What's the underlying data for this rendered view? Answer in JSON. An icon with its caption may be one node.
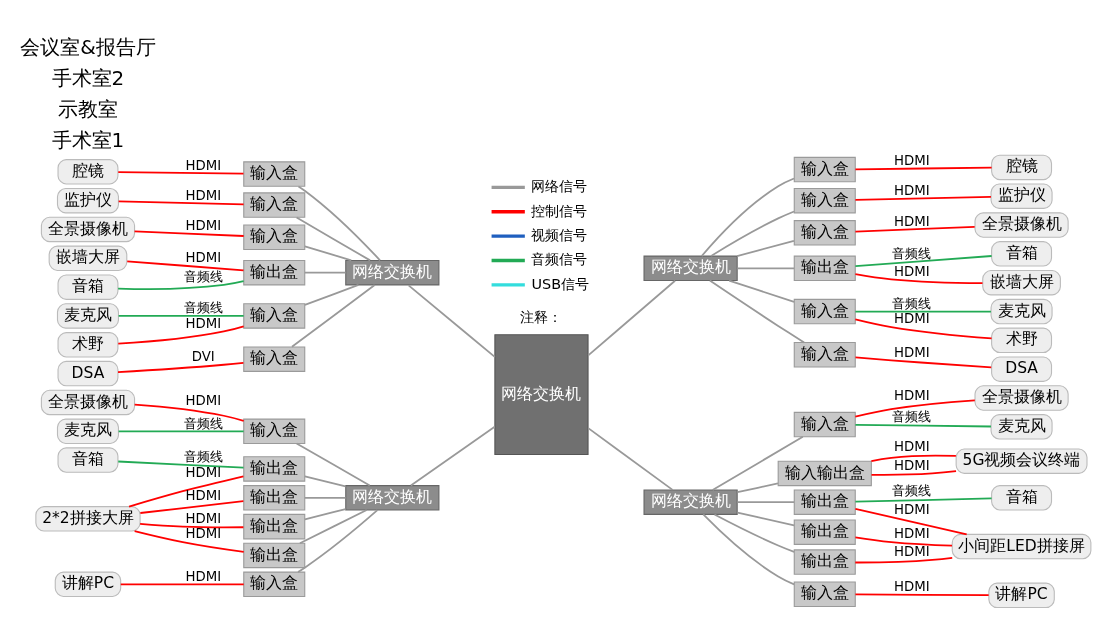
{
  "diagram": {
    "nodes": [
      {
        "text": [
          "腔镜"
        ]
      },
      {
        "text": [
          "监护仪"
        ]
      },
      {
        "text": [
          "全景摄像机"
        ]
      },
      {
        "text": [
          "嵌墙大屏"
        ]
      },
      {
        "text": [
          "音箱"
        ]
      },
      {
        "text": [
          "麦克风"
        ]
      },
      {
        "text": [
          "术野"
        ]
      },
      {
        "text": [
          "DSA"
        ]
      },
      {
        "text": [
          "输入盒"
        ]
      },
      {
        "text": [
          "输入盒"
        ]
      },
      {
        "text": [
          "输入盒"
        ]
      },
      {
        "text": [
          "输出盒"
        ]
      },
      {
        "text": [
          "输入盒"
        ]
      },
      {
        "text": [
          "输入盒"
        ]
      },
      {
        "text": [
          "网络交换机"
        ]
      },
      {
        "text": [
          "全景摄像机"
        ]
      },
      {
        "text": [
          "麦克风"
        ]
      },
      {
        "text": [
          "音箱"
        ]
      },
      {
        "text": [
          "2*2拼接大屏"
        ]
      },
      {
        "text": [
          "讲解PC"
        ]
      },
      {
        "text": [
          "输入盒"
        ]
      },
      {
        "text": [
          "输出盒"
        ]
      },
      {
        "text": [
          "输出盒"
        ]
      },
      {
        "text": [
          "输出盒"
        ]
      },
      {
        "text": [
          "输出盒"
        ]
      },
      {
        "text": [
          "输入盒"
        ]
      },
      {
        "text": [
          "网络交换机"
        ]
      },
      {
        "text": [
          "网络交换机"
        ]
      },
      {
        "text": [
          "网络交换机"
        ]
      },
      {
        "text": [
          "输入盒"
        ]
      },
      {
        "text": [
          "输入盒"
        ]
      },
      {
        "text": [
          "输入盒"
        ]
      },
      {
        "text": [
          "输出盒"
        ]
      },
      {
        "text": [
          "输入盒"
        ]
      },
      {
        "text": [
          "输入盒"
        ]
      },
      {
        "text": [
          "腔镜"
        ]
      },
      {
        "text": [
          "监护仪"
        ]
      },
      {
        "text": [
          "全景摄像机"
        ]
      },
      {
        "text": [
          "音箱"
        ]
      },
      {
        "text": [
          "麦克风"
        ]
      },
      {
        "text": [
          "术野"
        ]
      },
      {
        "text": [
          "DSA"
        ]
      },
      {
        "text": [
          "嵌墙大屏"
        ]
      },
      {
        "text": [
          "网络交换机"
        ]
      },
      {
        "text": [
          "输入盒"
        ]
      },
      {
        "text": [
          "输入输出盒"
        ]
      },
      {
        "text": [
          "输出盒"
        ]
      },
      {
        "text": [
          "输出盒"
        ]
      },
      {
        "text": [
          "输出盒"
        ]
      },
      {
        "text": [
          "输入盒"
        ]
      },
      {
        "text": [
          "全景摄像机"
        ]
      },
      {
        "text": [
          "麦克风"
        ]
      },
      {
        "text": [
          "5G视频会议终端"
        ]
      },
      {
        "text": [
          "音箱"
        ]
      },
      {
        "text": [
          "小间距LED拼接屏"
        ]
      },
      {
        "text": [
          "讲解PC"
        ]
      }
    ],
    "edges": [
      {
        "from": 0,
        "to": 8,
        "arrow": "none",
        "label": "HDMI",
        "color": "#ff0000"
      },
      {
        "from": 1,
        "to": 9,
        "arrow": "none",
        "label": "HDMI",
        "color": "#ff0000"
      },
      {
        "from": 2,
        "to": 10,
        "arrow": "none",
        "label": "HDMI",
        "color": "#ff0000"
      },
      {
        "from": 3,
        "to": 11,
        "arrow": "none",
        "label": "HDMI",
        "color": "#ff0000"
      },
      {
        "from": 4,
        "to": 11,
        "arrow": "none",
        "label": "音频线",
        "color": "#22aa55"
      },
      {
        "from": 5,
        "to": 12,
        "arrow": "none",
        "label": "音频线",
        "color": "#22aa55"
      },
      {
        "from": 6,
        "to": 12,
        "arrow": "none",
        "label": "HDMI",
        "color": "#ff0000"
      },
      {
        "from": 7,
        "to": 13,
        "arrow": "none",
        "label": "DVI",
        "color": "#ff0000"
      },
      {
        "from": 8,
        "to": 14,
        "arrow": "none"
      },
      {
        "from": 9,
        "to": 14,
        "arrow": "none"
      },
      {
        "from": 10,
        "to": 14,
        "arrow": "none"
      },
      {
        "from": 11,
        "to": 14,
        "arrow": "none"
      },
      {
        "from": 12,
        "to": 14,
        "arrow": "none"
      },
      {
        "from": 13,
        "to": 14,
        "arrow": "none"
      },
      {
        "from": 15,
        "to": 20,
        "arrow": "none",
        "label": "HDMI",
        "color": "#ff0000"
      },
      {
        "from": 16,
        "to": 20,
        "arrow": "none",
        "label": "音频线",
        "color": "#22aa55"
      },
      {
        "from": 17,
        "to": 21,
        "arrow": "none",
        "label": "音频线",
        "color": "#22aa55"
      },
      {
        "from": 18,
        "to": 21,
        "arrow": "none",
        "label": "HDMI",
        "color": "#ff0000"
      },
      {
        "from": 18,
        "to": 22,
        "arrow": "none",
        "label": "HDMI",
        "color": "#ff0000"
      },
      {
        "from": 18,
        "to": 23,
        "arrow": "none",
        "label": "HDMI",
        "color": "#ff0000"
      },
      {
        "from": 18,
        "to": 24,
        "arrow": "none",
        "label": "HDMI",
        "color": "#ff0000"
      },
      {
        "from": 19,
        "to": 25,
        "arrow": "none",
        "label": "HDMI",
        "color": "#ff0000"
      },
      {
        "from": 20,
        "to": 26,
        "arrow": "none"
      },
      {
        "from": 21,
        "to": 26,
        "arrow": "none"
      },
      {
        "from": 22,
        "to": 26,
        "arrow": "none"
      },
      {
        "from": 23,
        "to": 26,
        "arrow": "none"
      },
      {
        "from": 24,
        "to": 26,
        "arrow": "none"
      },
      {
        "from": 25,
        "to": 26,
        "arrow": "none"
      },
      {
        "from": 14,
        "to": 27,
        "arrow": "none"
      },
      {
        "from": 26,
        "to": 27,
        "arrow": "none"
      },
      {
        "from": 27,
        "to": 28,
        "arrow": "none"
      },
      {
        "from": 27,
        "to": 43,
        "arrow": "none"
      },
      {
        "from": 28,
        "to": 29,
        "arrow": "none"
      },
      {
        "from": 28,
        "to": 30,
        "arrow": "none"
      },
      {
        "from": 28,
        "to": 31,
        "arrow": "none"
      },
      {
        "from": 28,
        "to": 32,
        "arrow": "none"
      },
      {
        "from": 28,
        "to": 33,
        "arrow": "none"
      },
      {
        "from": 28,
        "to": 34,
        "arrow": "none"
      },
      {
        "from": 29,
        "to": 35,
        "arrow": "none",
        "label": "HDMI",
        "color": "#ff0000"
      },
      {
        "from": 30,
        "to": 36,
        "arrow": "none",
        "label": "HDMI",
        "color": "#ff0000"
      },
      {
        "from": 31,
        "to": 37,
        "arrow": "none",
        "label": "HDMI",
        "color": "#ff0000"
      },
      {
        "from": 32,
        "to": 38,
        "arrow": "none",
        "label": "音频线",
        "color": "#22aa55"
      },
      {
        "from": 32,
        "to": 42,
        "arrow": "none",
        "label": "HDMI",
        "color": "#ff0000"
      },
      {
        "from": 33,
        "to": 39,
        "arrow": "none",
        "label": "音频线",
        "color": "#22aa55"
      },
      {
        "from": 33,
        "to": 40,
        "arrow": "none",
        "label": "HDMI",
        "color": "#ff0000"
      },
      {
        "from": 34,
        "to": 41,
        "arrow": "none",
        "label": "HDMI",
        "color": "#ff0000"
      },
      {
        "from": 43,
        "to": 44,
        "arrow": "none"
      },
      {
        "from": 43,
        "to": 45,
        "arrow": "none"
      },
      {
        "from": 43,
        "to": 46,
        "arrow": "none"
      },
      {
        "from": 43,
        "to": 47,
        "arrow": "none"
      },
      {
        "from": 43,
        "to": 48,
        "arrow": "none"
      },
      {
        "from": 43,
        "to": 49,
        "arrow": "none"
      },
      {
        "from": 44,
        "to": 50,
        "arrow": "none",
        "label": "HDMI",
        "color": "#ff0000"
      },
      {
        "from": 44,
        "to": 51,
        "arrow": "none",
        "label": "音频线",
        "color": "#22aa55"
      },
      {
        "from": 45,
        "to": 52,
        "arrow": "none",
        "label": "HDMI",
        "color": "#ff0000"
      },
      {
        "from": 45,
        "to": 52,
        "arrow": "none",
        "label": "HDMI",
        "color": "#ff0000"
      },
      {
        "from": 46,
        "to": 53,
        "arrow": "none",
        "label": "音频线",
        "color": "#22aa55"
      },
      {
        "from": 46,
        "to": 54,
        "arrow": "none",
        "label": "HDMI",
        "color": "#ff0000"
      },
      {
        "from": 47,
        "to": 54,
        "arrow": "none",
        "label": "HDMI",
        "color": "#ff0000"
      },
      {
        "from": 48,
        "to": 54,
        "arrow": "none",
        "label": "HDMI",
        "color": "#ff0000"
      },
      {
        "from": 49,
        "to": 55,
        "arrow": "none",
        "label": "HDMI",
        "color": "#ff0000"
      }
    ],
    "labels": [
      "手术室1",
      "示教室",
      "手术室2",
      "会议室&报告厅",
      "注释："
    ],
    "legend": [
      {
        "text": "网络信号",
        "color": "#999999"
      },
      {
        "text": "控制信号",
        "color": "#ff0000"
      },
      {
        "text": "视频信号",
        "color": "#1f5fbf"
      },
      {
        "text": "音频信号",
        "color": "#22aa55"
      },
      {
        "text": "USB信号",
        "color": "#33dddd"
      }
    ]
  }
}
